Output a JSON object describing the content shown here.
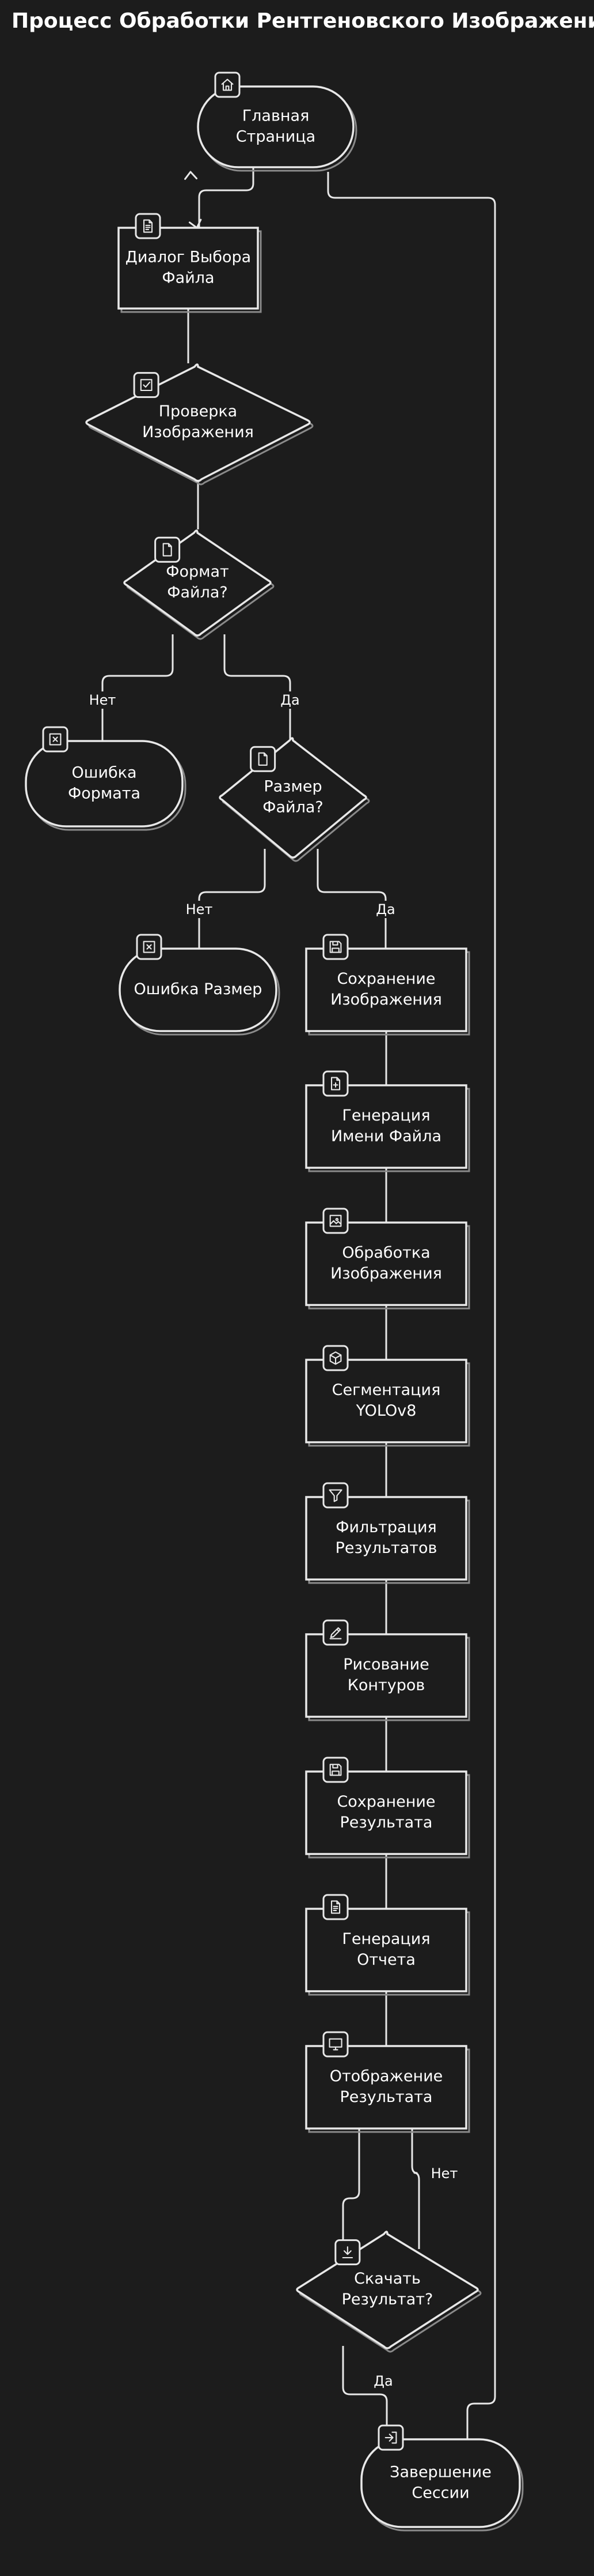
{
  "title": "Процесс Обработки Рентгеновского Изображения",
  "colors": {
    "background": "#1c1c1c",
    "stroke": "#e8e8e8",
    "shadow": "#8a8a8a",
    "text": "#ffffff"
  },
  "nodes": {
    "home": {
      "label": [
        "Главная",
        "Страница"
      ],
      "icon": "home-icon"
    },
    "dialog": {
      "label": [
        "Диалог Выбора",
        "Файла"
      ],
      "icon": "file-text-icon"
    },
    "check": {
      "label": [
        "Проверка",
        "Изображения"
      ],
      "icon": "check-square-icon"
    },
    "format": {
      "label": [
        "Формат",
        "Файла?"
      ],
      "icon": "file-icon"
    },
    "format_error": {
      "label": [
        "Ошибка",
        "Формата"
      ],
      "icon": "x-square-icon"
    },
    "size": {
      "label": [
        "Размер",
        "Файла?"
      ],
      "icon": "file-icon"
    },
    "size_error": {
      "label": [
        "Ошибка Размер"
      ],
      "icon": "x-square-icon"
    },
    "save_image": {
      "label": [
        "Сохранение",
        "Изображения"
      ],
      "icon": "save-icon"
    },
    "gen_name": {
      "label": [
        "Генерация",
        "Имени Файла"
      ],
      "icon": "file-plus-icon"
    },
    "process": {
      "label": [
        "Обработка",
        "Изображения"
      ],
      "icon": "image-icon"
    },
    "segment": {
      "label": [
        "Сегментация",
        "YOLOv8"
      ],
      "icon": "box-icon"
    },
    "filter": {
      "label": [
        "Фильтрация",
        "Результатов"
      ],
      "icon": "filter-icon"
    },
    "draw": {
      "label": [
        "Рисование",
        "Контуров"
      ],
      "icon": "pencil-icon"
    },
    "save_result": {
      "label": [
        "Сохранение",
        "Результата"
      ],
      "icon": "save-icon"
    },
    "report": {
      "label": [
        "Генерация",
        "Отчета"
      ],
      "icon": "file-text-icon"
    },
    "display": {
      "label": [
        "Отображение",
        "Результата"
      ],
      "icon": "monitor-icon"
    },
    "download": {
      "label": [
        "Скачать",
        "Результат?"
      ],
      "icon": "download-icon"
    },
    "end": {
      "label": [
        "Завершение",
        "Сессии"
      ],
      "icon": "log-out-icon"
    }
  },
  "edge_labels": {
    "format_no": "Нет",
    "format_yes": "Да",
    "size_no": "Нет",
    "size_yes": "Да",
    "download_no": "Нет",
    "download_yes": "Да"
  }
}
